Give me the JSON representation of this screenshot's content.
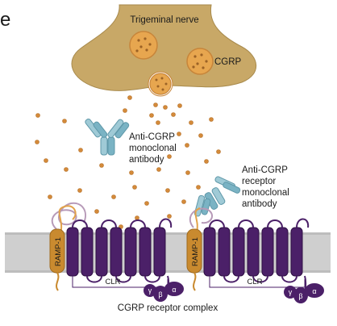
{
  "labels": {
    "top_letter": "e",
    "nerve": "Trigeminal nerve",
    "cgrp": "CGRP",
    "mab_lines": [
      "Anti-CGRP",
      "monoclonal",
      "antibody"
    ],
    "receptor_mab_lines": [
      "Anti-CGRP",
      "receptor",
      "monoclonal",
      "antibody"
    ],
    "ramp": "RAMP-1",
    "clr": "CLR",
    "gamma": "γ",
    "beta": "β",
    "alpha": "α",
    "complex": "CGRP receptor complex"
  },
  "colors": {
    "nerve_fill": "#c8a867",
    "vesicle_fill": "#e7a64f",
    "peptide_dot": "#d48a3a",
    "membrane": "#cfcfcf",
    "receptor": "#4b2068",
    "ramp": "#c98a2f",
    "antibody": "#7ab3c4"
  }
}
